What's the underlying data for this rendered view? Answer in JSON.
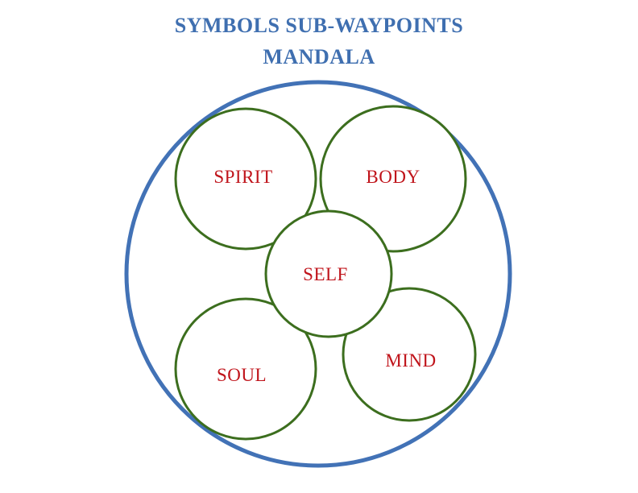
{
  "title": {
    "line1": "SYMBOLS SUB-WAYPOINTS",
    "line2": "MANDALA"
  },
  "nodes": {
    "spirit": "SPIRIT",
    "body": "BODY",
    "self": "SELF",
    "soul": "SOUL",
    "mind": "MIND"
  },
  "colors": {
    "title": "#3f6fb0",
    "outer_ring": "#4272b6",
    "inner_ring": "#3c6e1e",
    "label": "#c0141b",
    "background": "#ffffff"
  }
}
